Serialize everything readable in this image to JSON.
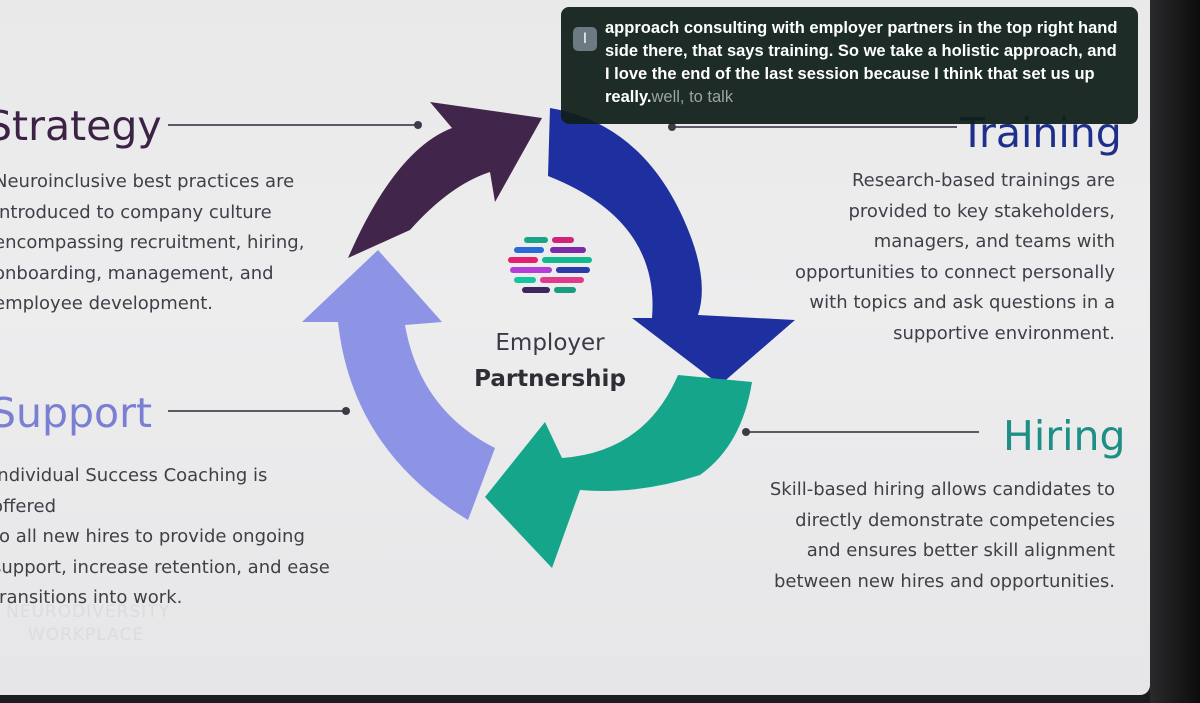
{
  "slide": {
    "center": {
      "line1": "Employer",
      "line2": "Partnership"
    },
    "sections": {
      "strategy": {
        "title": "Strategy",
        "body": "Neuroinclusive best practices are\nintroduced to company culture\nencompassing recruitment, hiring,\nonboarding, management, and\nemployee development.",
        "color": "#3c2244"
      },
      "training": {
        "title": "Training",
        "body": "Research-based trainings are\nprovided to key stakeholders,\nmanagers, and teams with\nopportunities to connect personally\nwith topics and ask questions in a\nsupportive environment.",
        "color": "#1d2f8a"
      },
      "support": {
        "title": "Support",
        "body": "Individual Success Coaching is offered\nto all new hires to provide ongoing\nsupport, increase retention, and ease\ntransitions into work.",
        "color": "#7a7fd4"
      },
      "hiring": {
        "title": "Hiring",
        "body": "Skill-based hiring allows candidates to\ndirectly demonstrate competencies\nand ensures better skill alignment\nbetween new hires and opportunities.",
        "color": "#1d8f86"
      }
    },
    "watermark": "NEURODIVERSITY\nWORKPLACE"
  },
  "caption": {
    "icon": "caption-icon",
    "icon_glyph": "I",
    "text": "approach consulting with employer partners in the top right hand side there, that says training. So we take a holistic approach, and I love the end of the last session because I think that set us up really.",
    "tail": "well, to talk"
  },
  "colors": {
    "strategy_arrow": "#42254a",
    "training_arrow": "#1e2fa0",
    "hiring_arrow": "#14a58a",
    "support_arrow": "#8d94e6"
  }
}
